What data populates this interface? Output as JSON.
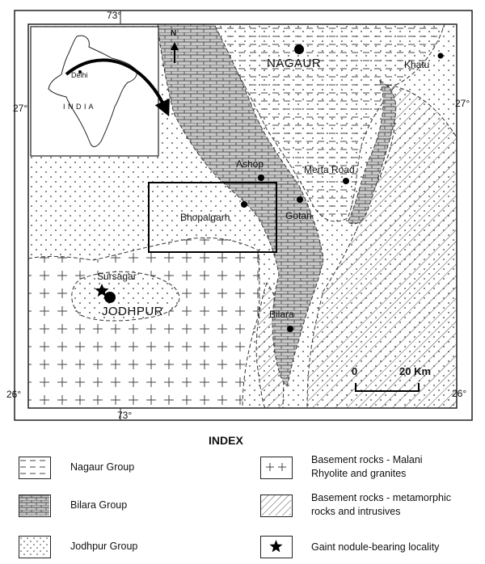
{
  "map": {
    "coordinates": {
      "top_longitude": "73°",
      "bottom_longitude": "73°",
      "left_lat_top": "27°",
      "right_lat_top": "27°",
      "left_lat_bottom": "26°",
      "right_lat_bottom": "26°"
    },
    "inset": {
      "country": "I N D I A",
      "capital": "Delhi"
    },
    "north_arrow": "N",
    "places": {
      "nagaur": "NAGAUR",
      "khatu": "Khatu",
      "ashop": "Ashop",
      "merta_road": "Merta Road",
      "gotan": "Gotan",
      "bhopalgarh": "Bhopalgarh",
      "sursagar": "Sursagar",
      "jodhpur": "JODHPUR",
      "bilara": "Bilara"
    },
    "scale": {
      "start": "0",
      "end": "20 Km"
    }
  },
  "legend": {
    "title": "INDEX",
    "items": [
      {
        "label": "Nagaur Group",
        "pattern": "dash"
      },
      {
        "label": "Bilara Group",
        "pattern": "brick"
      },
      {
        "label": "Jodhpur Group",
        "pattern": "dots"
      },
      {
        "label_line1": "Basement rocks  - Malani",
        "label_line2": "Rhyolite and granites",
        "pattern": "cross"
      },
      {
        "label_line1": "Basement rocks - metamorphic",
        "label_line2": "rocks and intrusives",
        "pattern": "hatch"
      },
      {
        "label": "Gaint nodule-bearing locality",
        "pattern": "star"
      }
    ]
  }
}
